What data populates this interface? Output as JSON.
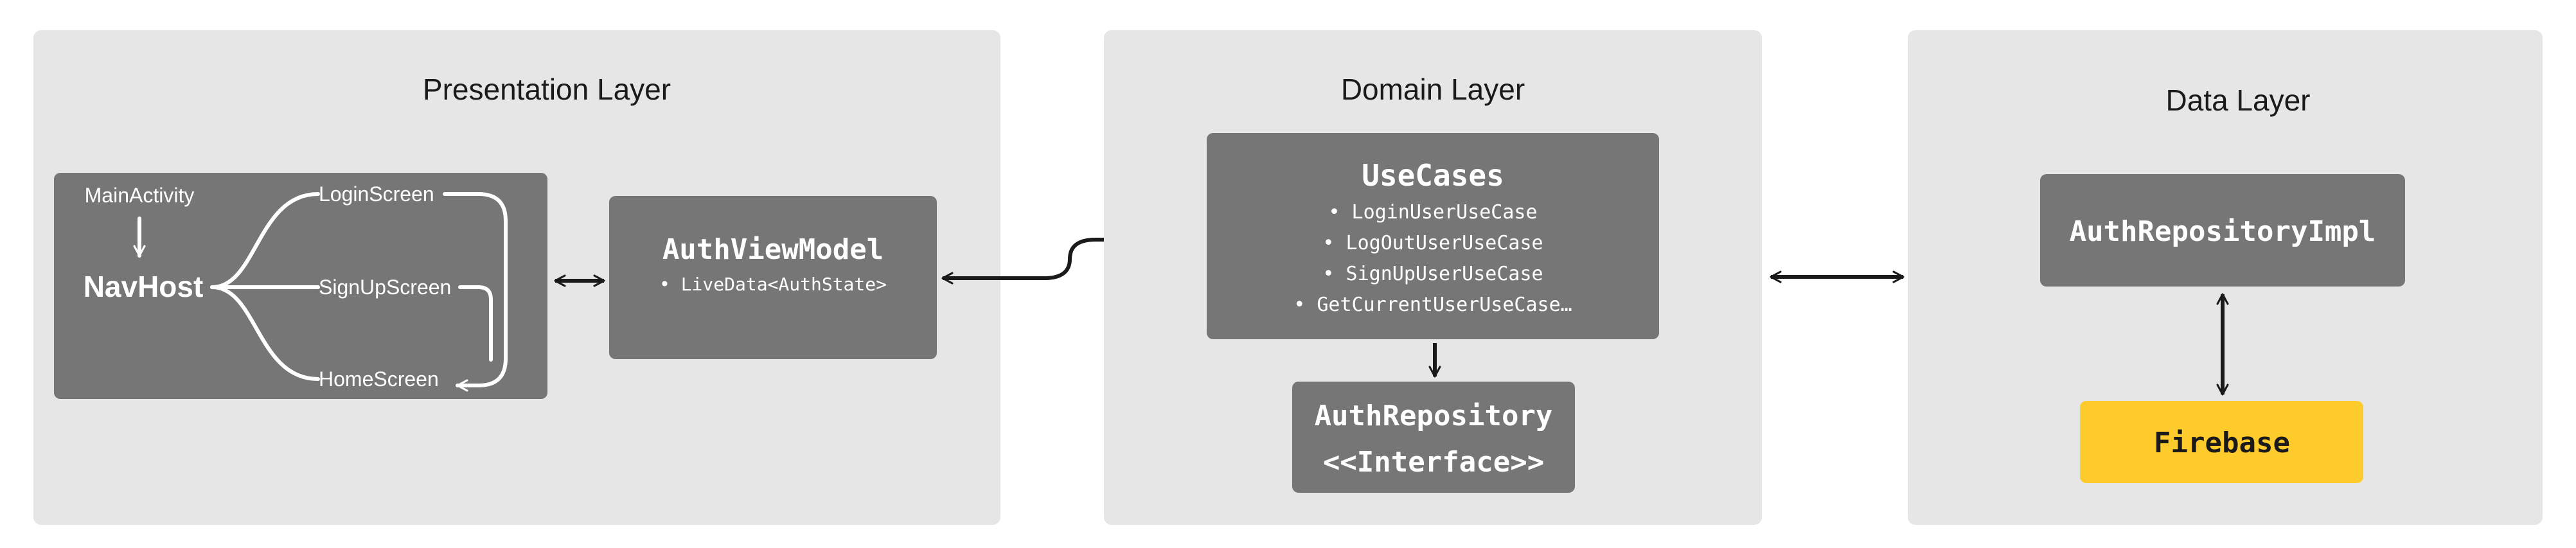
{
  "layers": {
    "presentation": {
      "title": "Presentation Layer",
      "nav_panel": {
        "main_activity": "MainActivity",
        "nav_host": "NavHost",
        "login_screen": "LoginScreen",
        "signup_screen": "SignUpScreen",
        "home_screen": "HomeScreen"
      },
      "view_model": {
        "title": "AuthViewModel",
        "item": "• LiveData<AuthState>"
      }
    },
    "domain": {
      "title": "Domain Layer",
      "use_cases": {
        "title": "UseCases",
        "items": [
          "• LoginUserUseCase",
          "• LogOutUserUseCase",
          "• SignUpUserUseCase",
          "• GetCurrentUserUseCase…"
        ]
      },
      "repository": {
        "line1": "AuthRepository",
        "line2": "<<Interface>>"
      }
    },
    "data": {
      "title": "Data Layer",
      "repository_impl": "AuthRepositoryImpl",
      "firebase": "Firebase"
    }
  },
  "colors": {
    "layer_background": "#e6e6e6",
    "node_background": "#767676",
    "node_text": "#ffffff",
    "heading_text": "#1a1a1a",
    "arrow": "#1a1a1a",
    "firebase_background": "#fdcb2c",
    "firebase_text": "#1a1a1a"
  }
}
